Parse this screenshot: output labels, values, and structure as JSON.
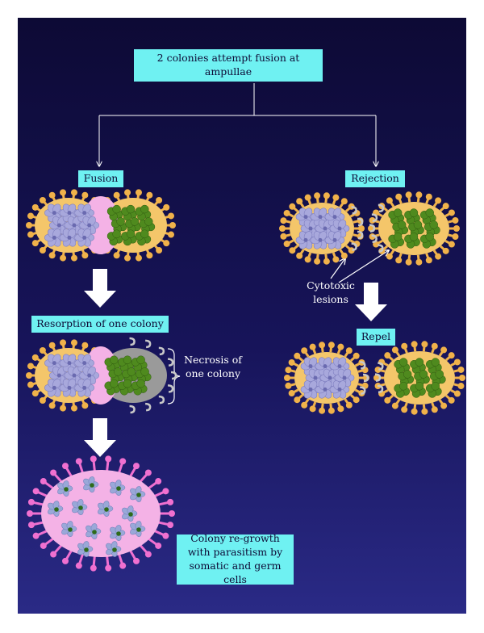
{
  "diagram": {
    "top_box": "2 colonies attempt fusion at ampullae",
    "fusion_label": "Fusion",
    "rejection_label": "Rejection",
    "resorption_label": "Resorption of one colony",
    "necrosis_label": "Necrosis of one colony",
    "cytotoxic_label": "Cytotoxic lesions",
    "repel_label": "Repel",
    "regrowth_label": "Colony re-growth with parasitism by somatic and germ cells"
  },
  "colors": {
    "background": "#17145a",
    "box": "#6ff1f2",
    "tunic_orange": "#f4c66a",
    "ampulla_orange": "#f0b24a",
    "purple_zooid": "#a8a8dc",
    "green_zooid": "#4f8a1e",
    "fusion_pink": "#f4b2e6",
    "necrotic_grey": "#9a9a9a",
    "arrow_white": "#ffffff"
  }
}
